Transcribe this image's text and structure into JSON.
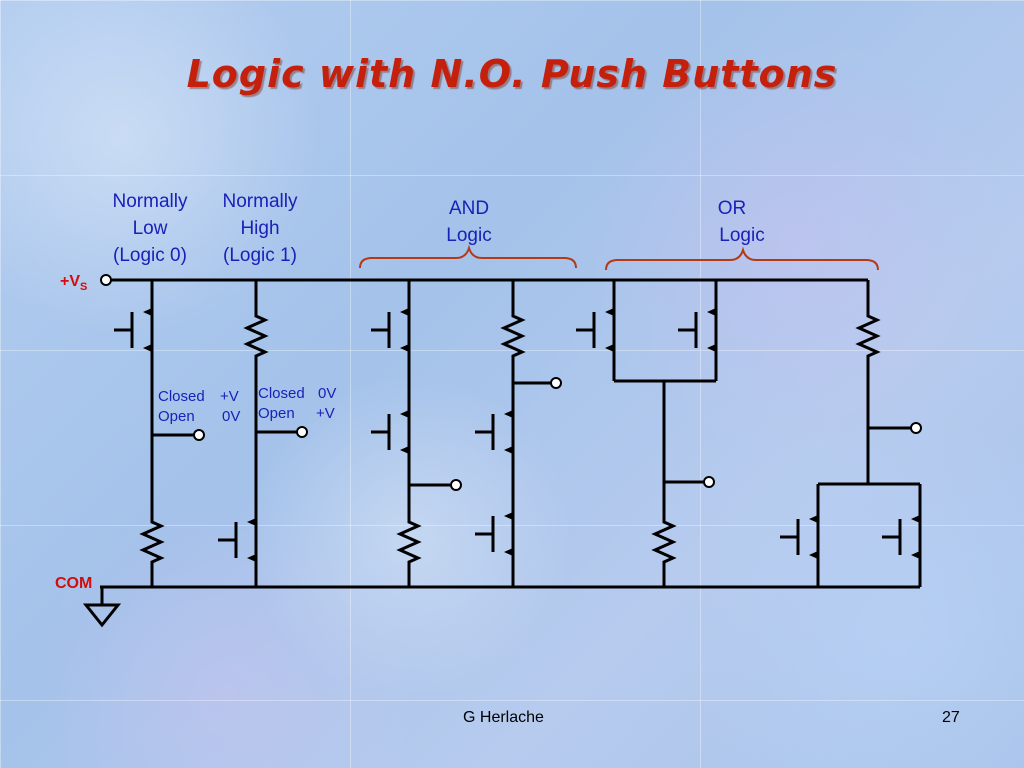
{
  "title": "Logic with N.O. Push Buttons",
  "labels": {
    "nl_1": "Normally",
    "nl_2": "Low",
    "nl_3": "(Logic 0)",
    "nh_1": "Normally",
    "nh_2": "High",
    "nh_3": "(Logic 1)",
    "and_1": "AND",
    "and_2": "Logic",
    "or_1": "OR",
    "or_2": "Logic",
    "vs": "+V",
    "vs_sub": "S",
    "com": "COM",
    "nl_closed": "Closed",
    "nl_closed_val": "+V",
    "nl_open": "Open",
    "nl_open_val": "0V",
    "nh_closed": "Closed",
    "nh_closed_val": "0V",
    "nh_open": "Open",
    "nh_open_val": "+V"
  },
  "footer": {
    "author": "G Herlache",
    "page": "27"
  },
  "colors": {
    "title": "#c4200c",
    "label_blue": "#1a21b8",
    "label_red": "#d40c0c",
    "brace": "#b43a16",
    "wire": "#000000"
  }
}
